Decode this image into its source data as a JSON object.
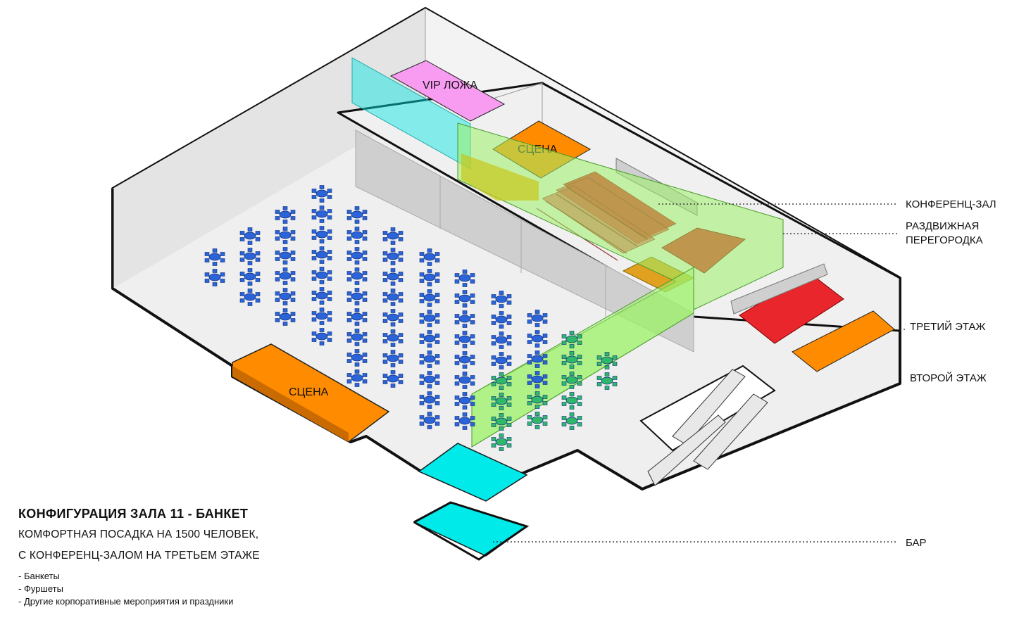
{
  "diagram": {
    "in_plan_labels": {
      "vip_box": "VIP ЛОЖА",
      "stage_upper": "СЦЕНА",
      "stage_main": "СЦЕНА"
    },
    "callouts": [
      {
        "id": "conference",
        "text": "КОНФЕРЕНЦ-ЗАЛ"
      },
      {
        "id": "partition_1",
        "text": "РАЗДВИЖНАЯ"
      },
      {
        "id": "partition_2",
        "text": "ПЕРЕГОРОДКА"
      },
      {
        "id": "third_floor",
        "text": "ТРЕТИЙ ЭТАЖ"
      },
      {
        "id": "second_floor",
        "text": "ВТОРОЙ ЭТАЖ"
      },
      {
        "id": "bar",
        "text": "БАР"
      }
    ],
    "colors": {
      "stage": "#ff8c00",
      "vip": "#f79cf0",
      "partition": "#9df26a",
      "bar": "#00eaea",
      "seats": "#e8262b",
      "tables": "#2b63d9",
      "walls": "#d9d9d9",
      "floor": "#efefef"
    }
  },
  "caption": {
    "title": "КОНФИГУРАЦИЯ ЗАЛА 11 - БАНКЕТ",
    "line1": "КОМФОРТНАЯ ПОСАДКА НА 1500 ЧЕЛОВЕК,",
    "line2": "С КОНФЕРЕНЦ-ЗАЛОМ НА ТРЕТЬЕМ ЭТАЖЕ",
    "items": [
      "- Банкеты",
      "- Фуршеты",
      "- Другие корпоративные мероприятия и праздники"
    ]
  }
}
